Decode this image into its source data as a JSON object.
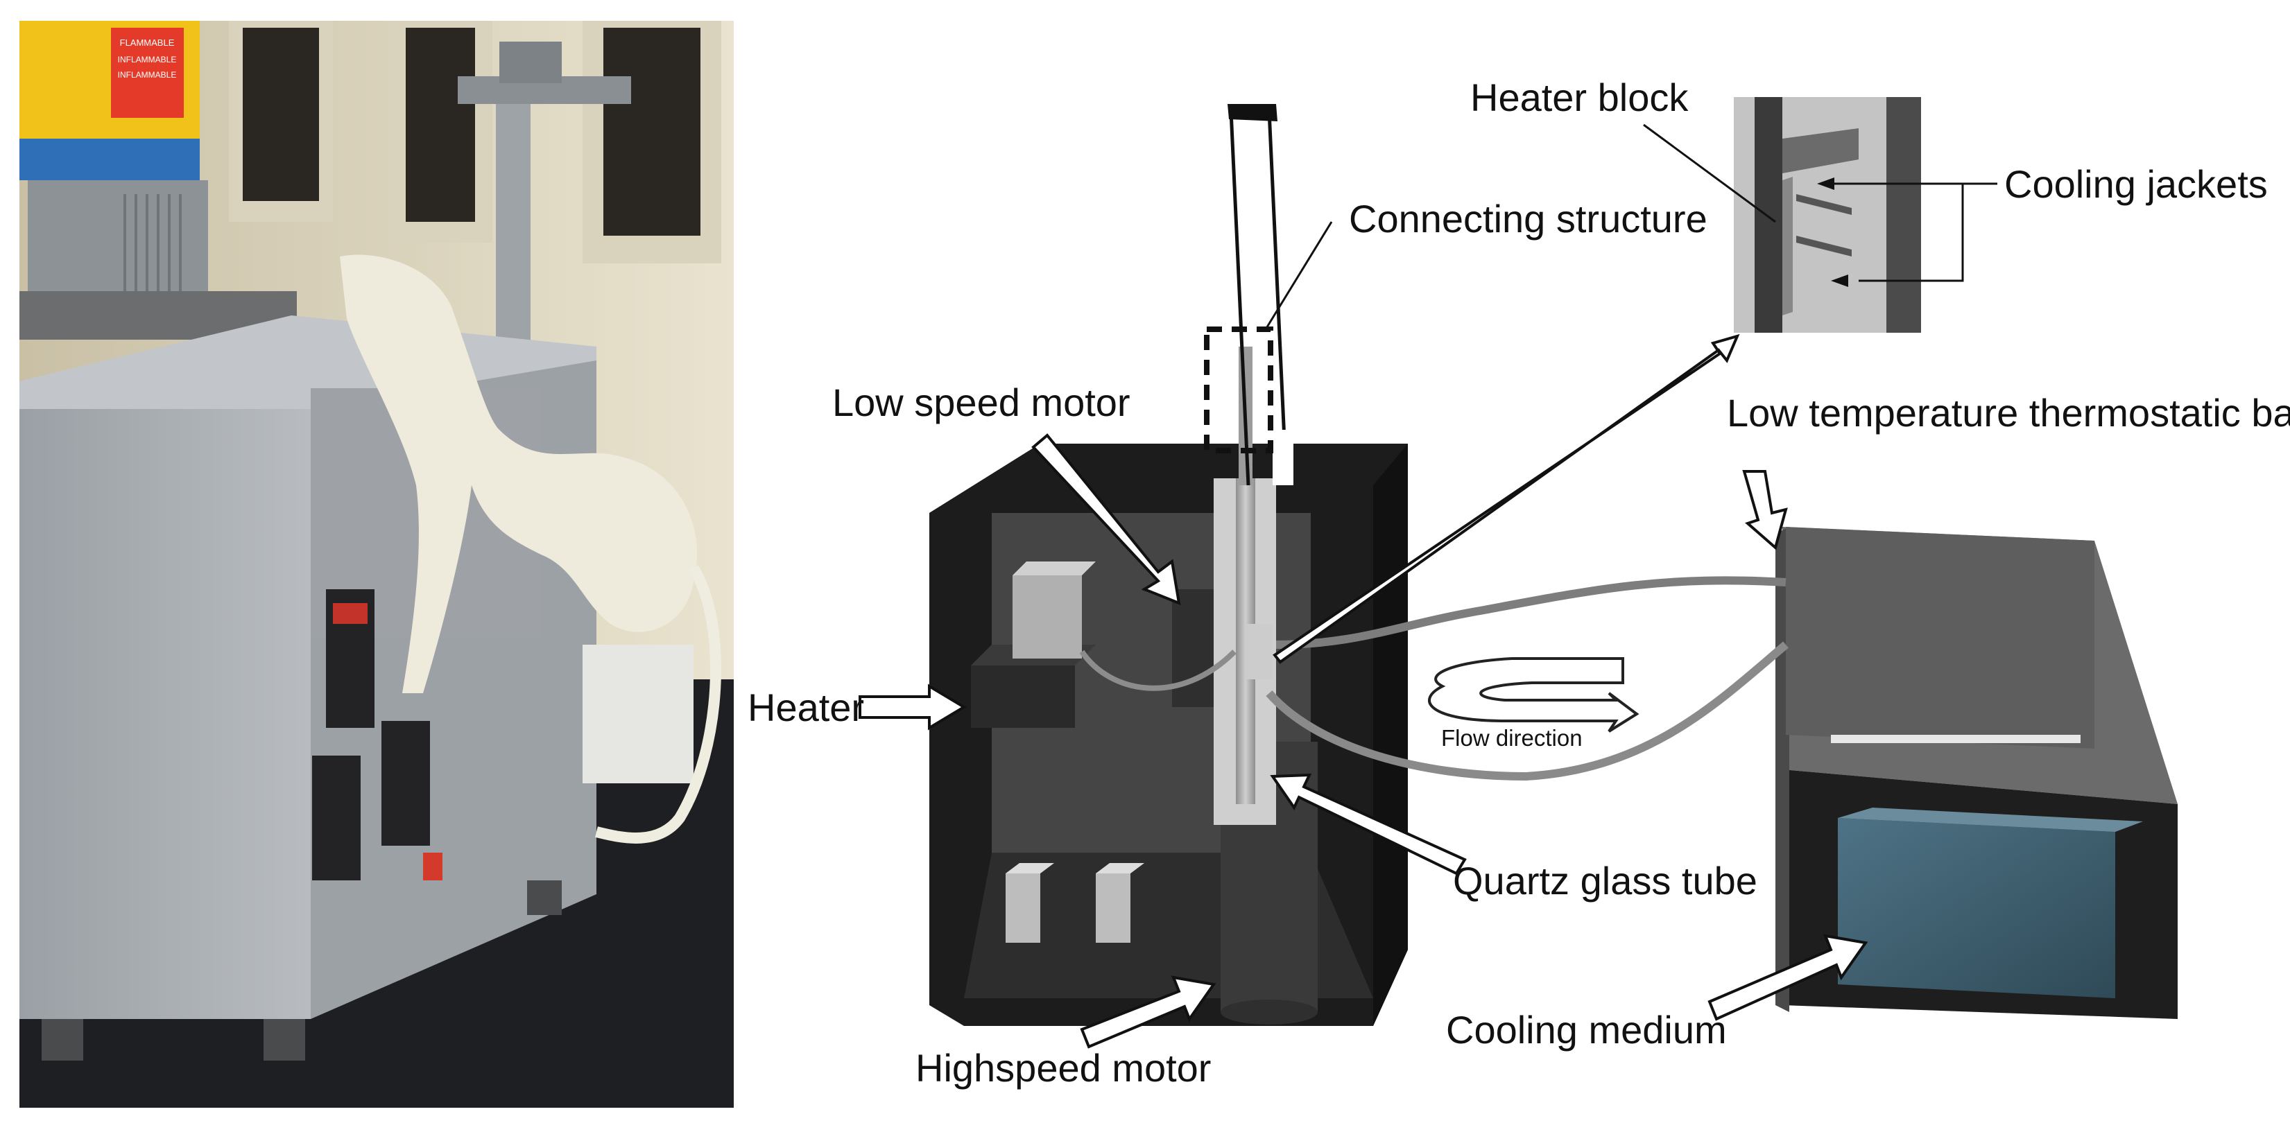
{
  "photo": {
    "sign_lines": [
      "FLAMMABLE",
      "INFLAMMABLE",
      "INFLAMMABLE"
    ]
  },
  "labels": {
    "heater_block": "Heater block",
    "connecting_structure": "Connecting structure",
    "cooling_jackets": "Cooling jackets",
    "low_speed_motor": "Low speed motor",
    "low_temp_bath": "Low temperature thermostatic bath",
    "heater": "Heater",
    "flow_direction": "Flow direction",
    "quartz_glass_tube": "Quartz glass tube",
    "highspeed_motor": "Highspeed motor",
    "cooling_medium": "Cooling medium"
  },
  "colors": {
    "furnace_body": "#1c1c1c",
    "furnace_inner": "#454545",
    "bath_body": "#5e5e5e",
    "cooling_medium": "#3f5f6e",
    "photo_cabinet": "#a7abaf",
    "insulation": "#eeeadc"
  }
}
